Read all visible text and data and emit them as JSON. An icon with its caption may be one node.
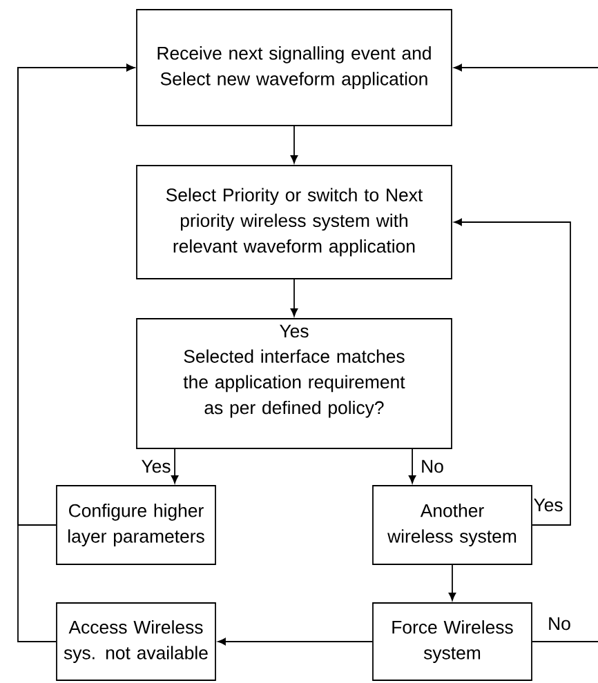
{
  "diagram": {
    "nodes": [
      {
        "text": [
          "Receive next signalling event and Select new waveform application"
        ]
      },
      {
        "text": [
          "Select Priority or switch to Next priority wireless system with relevant waveform application"
        ]
      },
      {
        "text": [
          "Selected interface matches the application requirement as per defined policy?"
        ]
      },
      {
        "text": [
          "Configure higher layer parameters"
        ]
      },
      {
        "text": [
          "Another wireless system"
        ]
      },
      {
        "text": [
          "Access Wireless sys. not available"
        ]
      },
      {
        "text": [
          "Force Wireless system"
        ]
      }
    ],
    "edges": [
      {
        "from": 0,
        "to": 1,
        "arrow": "to"
      },
      {
        "from": 1,
        "to": 2,
        "arrow": "to"
      },
      {
        "from": 2,
        "to": 3,
        "arrow": "to",
        "label": "Yes"
      },
      {
        "from": 2,
        "to": 4,
        "arrow": "to",
        "label": "No"
      },
      {
        "from": 4,
        "to": 1,
        "arrow": "to",
        "label": "Yes"
      },
      {
        "from": 4,
        "to": 6,
        "arrow": "to"
      },
      {
        "from": 6,
        "to": 5,
        "arrow": "to"
      },
      {
        "from": 3,
        "to": 0,
        "arrow": "to"
      },
      {
        "from": 5,
        "to": 0,
        "arrow": "to"
      },
      {
        "from": 6,
        "to": null,
        "arrow": "none",
        "label": "No"
      },
      {
        "from": null,
        "to": 0,
        "arrow": "to"
      }
    ],
    "labels": [
      "Yes"
    ]
  }
}
